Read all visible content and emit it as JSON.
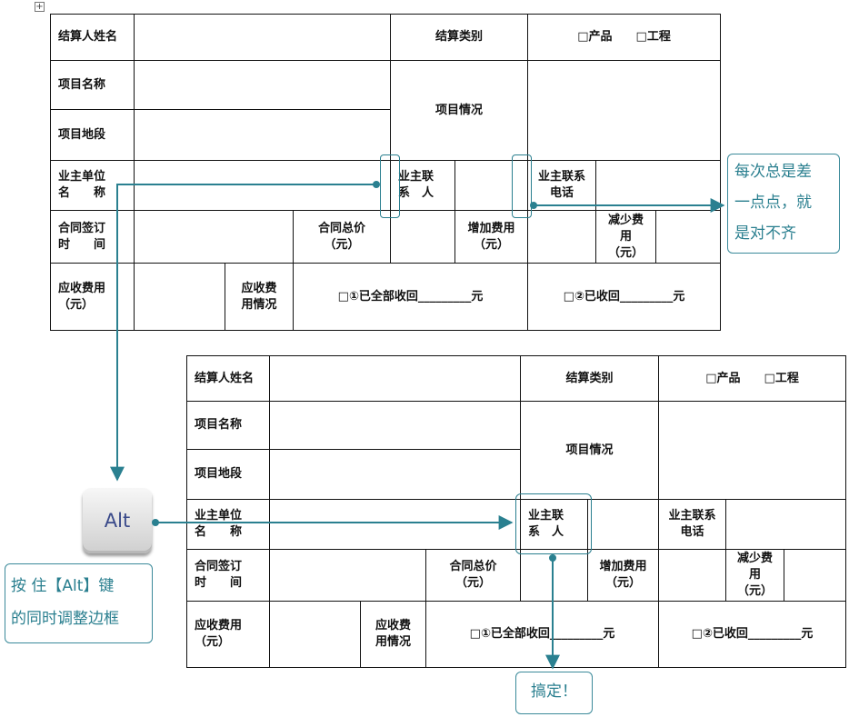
{
  "table_top": {
    "name_label": "结算人姓名",
    "type_label": "结算类别",
    "type_options": "□产品　　□工程",
    "project_name": "项目名称",
    "project_section": "项目地段",
    "project_status": "项目情况",
    "owner_unit_l1": "业主单位",
    "owner_unit_l2": "名　　称",
    "owner_contact_l1": "业主联",
    "owner_contact_l2": "系　人",
    "owner_phone_l1": "业主联系",
    "owner_phone_l2": "电话",
    "contract_date_l1": "合同签订",
    "contract_date_l2": "时　　间",
    "contract_total_l1": "合同总价",
    "contract_total_l2": "（元）",
    "added_cost_l1": "增加费用",
    "added_cost_l2": "（元）",
    "reduced_cost_l1": "减少费",
    "reduced_cost_l2": "用",
    "reduced_cost_l3": "（元）",
    "receivable_l1": "应收费用",
    "receivable_l2": "（元）",
    "recv_status_l1": "应收费",
    "recv_status_l2": "用情况",
    "recovered_all": "□①已全部收回_________元",
    "recovered_part": "□②已收回_________元"
  },
  "table_bottom": {
    "name_label": "结算人姓名",
    "type_label": "结算类别",
    "type_options": "□产品　　□工程",
    "project_name": "项目名称",
    "project_section": "项目地段",
    "project_status": "项目情况",
    "owner_unit_l1": "业主单位",
    "owner_unit_l2": "名　　称",
    "owner_contact_l1": "业主联",
    "owner_contact_l2": "系　人",
    "owner_phone_l1": "业主联系",
    "owner_phone_l2": "电话",
    "contract_date_l1": "合同签订",
    "contract_date_l2": "时　　间",
    "contract_total_l1": "合同总价",
    "contract_total_l2": "（元）",
    "added_cost_l1": "增加费用",
    "added_cost_l2": "（元）",
    "reduced_cost_l1": "减少费",
    "reduced_cost_l2": "用",
    "reduced_cost_l3": "（元）",
    "receivable_l1": "应收费用",
    "receivable_l2": "（元）",
    "recv_status_l1": "应收费",
    "recv_status_l2": "用情况",
    "recovered_all": "□①已全部收回_________元",
    "recovered_part": "□②已收回_________元"
  },
  "callouts": {
    "misaligned": [
      "每次总是差",
      "一点点，就",
      "是对不齐"
    ],
    "alt_hint": [
      "按 住【Alt】键",
      "的同时调整边框"
    ],
    "done": "搞定！"
  },
  "alt_key_label": "Alt",
  "anchor_icon": "move-anchor-icon",
  "colors": {
    "accent": "#2a7f8f",
    "arrow": "#2a8090",
    "border": "#111111"
  }
}
